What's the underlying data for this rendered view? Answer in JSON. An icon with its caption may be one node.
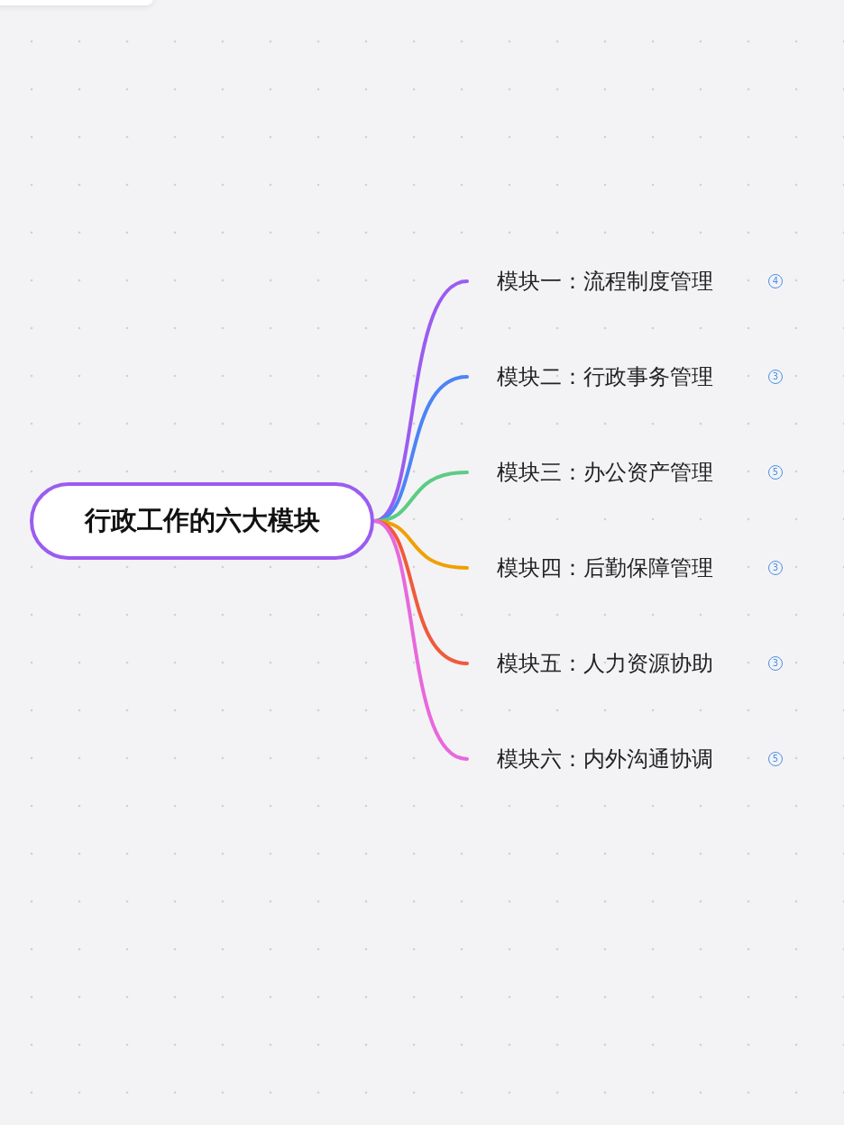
{
  "diagram": {
    "nodes": [
      {
        "text": [
          "行政工作的六大模块"
        ]
      },
      {
        "text": [
          "模块一：流程制度管理"
        ]
      },
      {
        "text": [
          "模块二：行政事务管理"
        ]
      },
      {
        "text": [
          "模块三：办公资产管理"
        ]
      },
      {
        "text": [
          "模块四：后勤保障管理"
        ]
      },
      {
        "text": [
          "模块五：人力资源协助"
        ]
      },
      {
        "text": [
          "模块六：内外沟通协调"
        ]
      }
    ],
    "edges": [
      {
        "from": 0,
        "to": 1,
        "arrow": "none",
        "color": "#9b5cf0"
      },
      {
        "from": 0,
        "to": 2,
        "arrow": "none",
        "color": "#4c84f5"
      },
      {
        "from": 0,
        "to": 3,
        "arrow": "none",
        "color": "#5ccc84"
      },
      {
        "from": 0,
        "to": 4,
        "arrow": "none",
        "color": "#f0a000"
      },
      {
        "from": 0,
        "to": 5,
        "arrow": "none",
        "color": "#f05a3c"
      },
      {
        "from": 0,
        "to": 6,
        "arrow": "none",
        "color": "#e868dc"
      }
    ],
    "labels": [
      "4",
      "3",
      "5",
      "3",
      "3",
      "5"
    ]
  }
}
